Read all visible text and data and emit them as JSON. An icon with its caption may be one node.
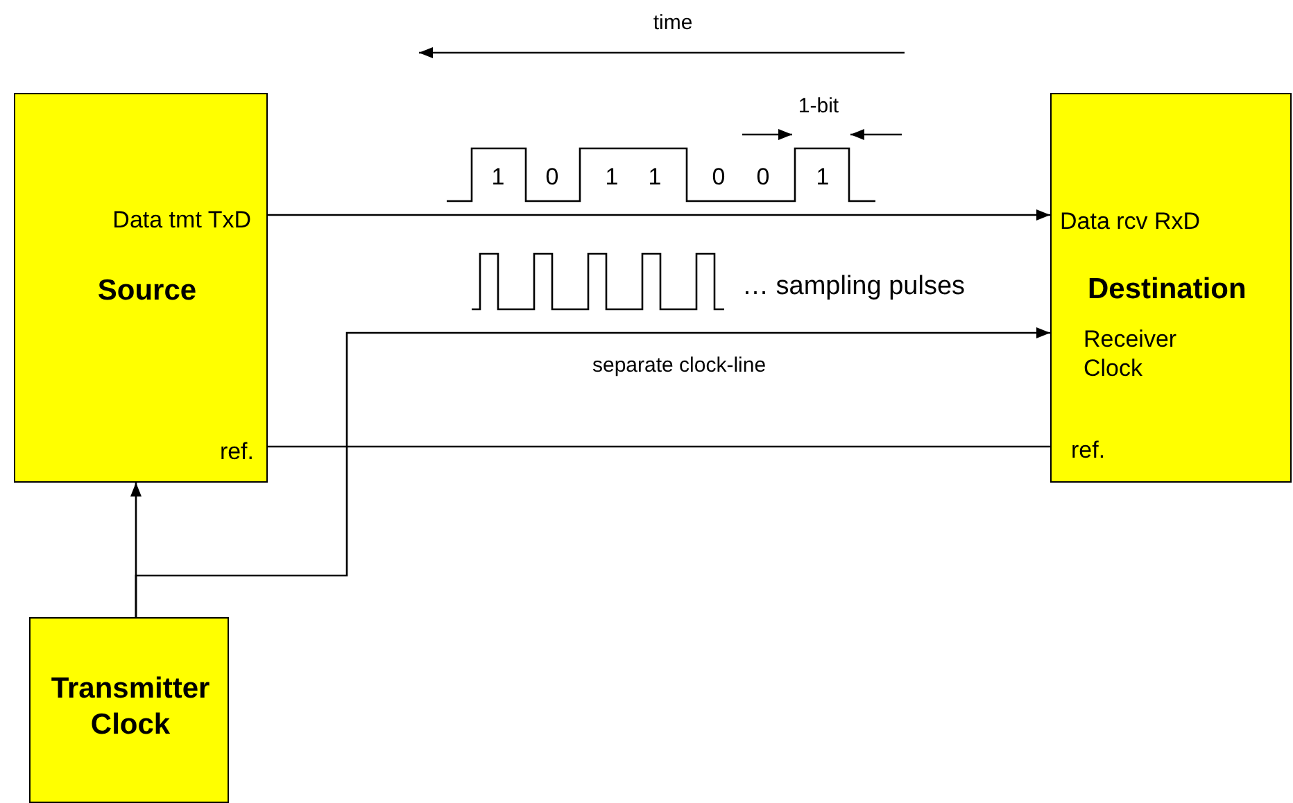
{
  "diagram": {
    "nodes": [
      {
        "text": [
          "Data tmt TxD",
          "Source",
          "ref."
        ]
      },
      {
        "text": [
          "Data rcv RxD",
          "Destination",
          "Receiver Clock",
          "ref."
        ]
      },
      {
        "text": [
          "Transmitter Clock"
        ]
      }
    ],
    "edges": [
      {
        "from": 0,
        "to": 1,
        "arrow": "to"
      },
      {
        "from": 2,
        "to": 1,
        "arrow": "to",
        "label": "separate clock-line"
      },
      {
        "from": 2,
        "to": 0,
        "arrow": "to"
      },
      {
        "from": 0,
        "to": 1,
        "arrow": "none"
      }
    ],
    "labels": [
      "time",
      "1-bit",
      "1",
      "0",
      "1",
      "1",
      "0",
      "0",
      "1",
      "… sampling pulses"
    ]
  }
}
